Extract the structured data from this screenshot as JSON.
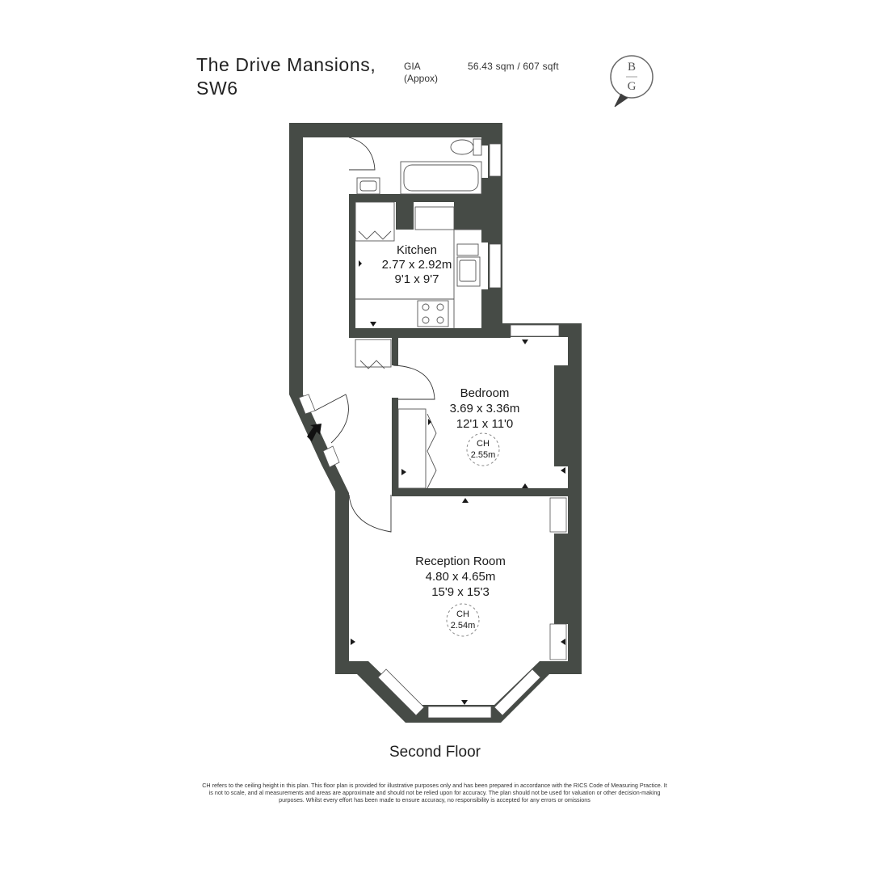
{
  "header": {
    "title_line1": "The Drive Mansions,",
    "title_line2": "SW6",
    "gia_line1": "GIA",
    "gia_line2": "(Appox)",
    "area": "56.43 sqm  /  607 sqft"
  },
  "logo": {
    "letter_top": "B",
    "letter_bottom": "G",
    "icon": "speech-bubble-logo-icon"
  },
  "rooms": {
    "kitchen": {
      "name": "Kitchen",
      "metric": "2.77 x 2.92m",
      "imperial": "9'1 x 9'7"
    },
    "bedroom": {
      "name": "Bedroom",
      "metric": "3.69 x 3.36m",
      "imperial": "12'1 x 11'0",
      "ch_label": "CH",
      "ch_value": "2.55m"
    },
    "reception": {
      "name": "Reception Room",
      "metric": "4.80 x 4.65m",
      "imperial": "15'9 x 15'3",
      "ch_label": "CH",
      "ch_value": "2.54m"
    }
  },
  "entrance_icon": "entrance-arrow-icon",
  "colors": {
    "wall": "#464b46",
    "window": "#ffffff",
    "fixture_line": "#555555"
  },
  "floor_label": "Second Floor",
  "disclaimer": "CH refers to the ceiling height in this plan. This floor plan is provided for illustrative purposes only and has been prepared in accordance with the RICS Code of Measuring Practice. It is not to scale, and al measurements and areas are approximate and should not be relied upon for accuracy. The plan should not be used for valuation or other decision-making purposes. Whilst every effort has been made to ensure accuracy, no responsibility is accepted for any errors or omissions"
}
